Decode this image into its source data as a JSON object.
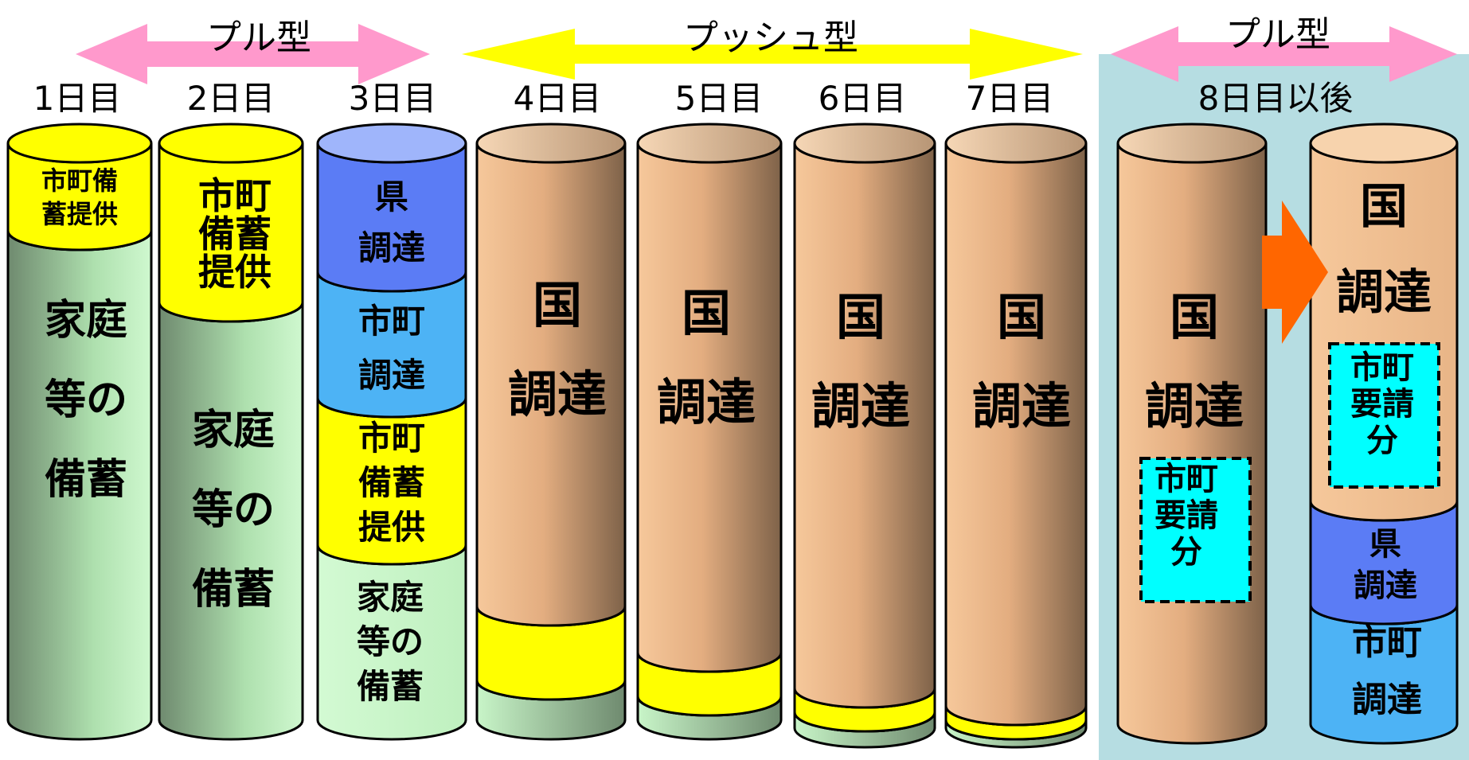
{
  "headers": {
    "pull_left": "プル型",
    "push": "プッシュ型",
    "pull_right": "プル型"
  },
  "days": [
    "1日目",
    "2日目",
    "3日目",
    "4日目",
    "5日目",
    "6日目",
    "7日目",
    "8日目以後"
  ],
  "labels": {
    "household_stock": "家庭\n等の\n備蓄",
    "town_stock_day1": "市町備\n蓄提供",
    "town_stock": "市町\n備蓄\n提供",
    "prefecture_procurement": "県\n調達",
    "town_procurement": "市町\n調達",
    "national_procurement": "国\n調達",
    "town_request": "市町\n要請\n分"
  },
  "colors": {
    "household": "#c8f5c8",
    "town_stock": "#ffff00",
    "prefecture": "#5b7cf5",
    "town_procurement": "#4db3f5",
    "national": "#f2c194",
    "request_box": "#00ffff",
    "arrow_pull": "#ff99cc",
    "arrow_push": "#ffff00",
    "arrow_transition": "#ff6600",
    "after_day8_panel": "#b6dde2"
  }
}
